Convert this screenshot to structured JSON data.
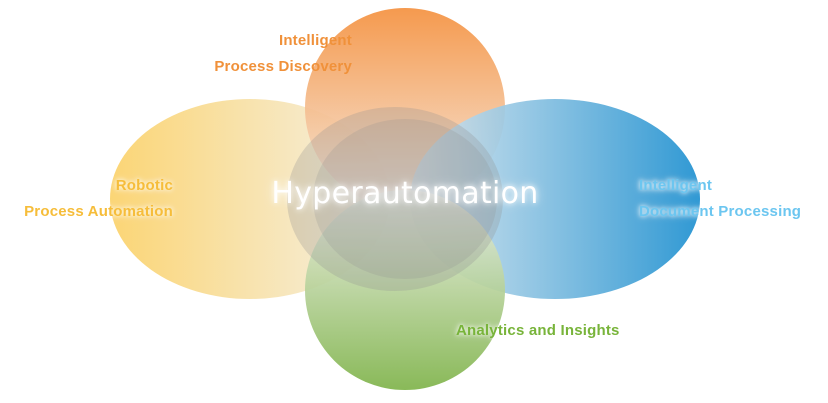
{
  "diagram": {
    "center_title": "Hyperautomation",
    "petals": [
      {
        "id": "top",
        "line1": "Intelligent",
        "line2": "Process Discovery",
        "color": "#f0913a",
        "fill_start": "#f4913f",
        "fill_end": "#f5e9df"
      },
      {
        "id": "left",
        "line1": "Robotic",
        "line2": "Process Automation",
        "color": "#f6bd3a",
        "fill_start": "#fbd36e",
        "fill_end": "#f4f0e6"
      },
      {
        "id": "right",
        "line1": "Intelligent",
        "line2": "Document Processing",
        "color": "#6cc6f0",
        "fill_start": "#1e90d0",
        "fill_end": "#d9e6ee"
      },
      {
        "id": "bottom",
        "line1": "Analytics and Insights",
        "color": "#78b43a",
        "fill_start": "#7fb34a",
        "fill_end": "#eef0e9"
      }
    ],
    "overlap_color": "#8f8f8f"
  }
}
